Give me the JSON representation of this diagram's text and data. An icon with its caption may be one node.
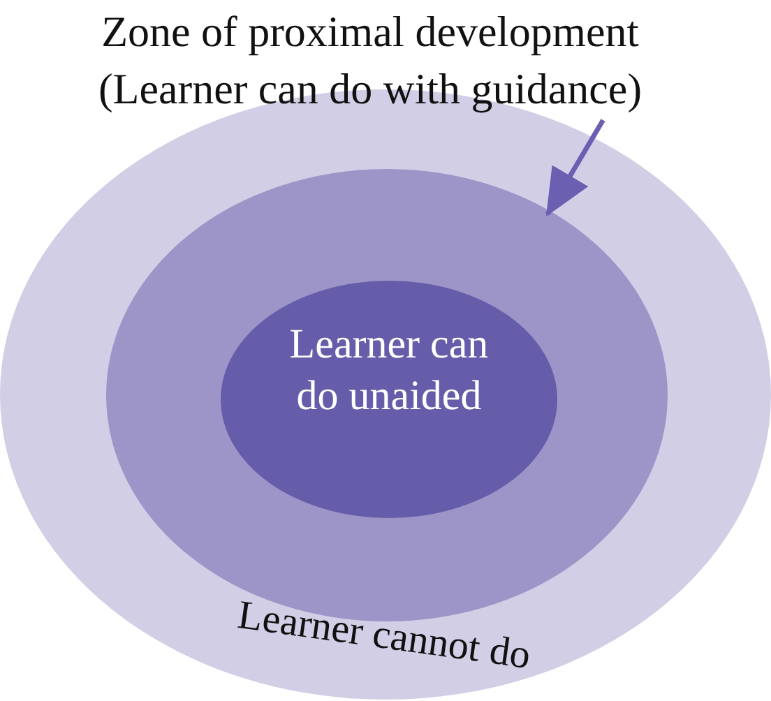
{
  "diagram": {
    "nodes": [
      {
        "text": [
          "Learner cannot do"
        ]
      },
      {
        "text": [],
        "shape": "ellipse",
        "in": 0
      },
      {
        "text": [
          "Learner can do unaided"
        ],
        "in": 1
      },
      {
        "text": [
          "Zone of proximal development (Learner can do with guidance)"
        ]
      }
    ],
    "edges": [
      {
        "from": 3,
        "to": 1,
        "arrow": "to"
      }
    ]
  }
}
